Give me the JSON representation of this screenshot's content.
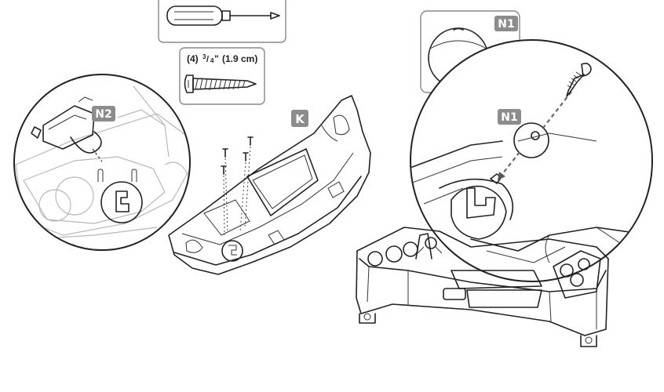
{
  "labels": {
    "screw_spec": "(4) 3/4\" (1.9 cm)",
    "screw_spec_count": "(4)",
    "screw_spec_frac_num": "3",
    "screw_spec_frac_den": "4",
    "screw_spec_metric": "(1.9 cm)",
    "step_k": "K",
    "callout_n2": "N2",
    "callout_n1_parts": "N1",
    "callout_n1_detail": "N1"
  },
  "colors": {
    "badge": "#8c8c8c",
    "line": "#222222",
    "panel_border": "#888888"
  },
  "icons": {
    "screwdriver": "phillips-screwdriver-icon",
    "screw": "wood-screw-icon",
    "knob": "ball-knob-icon"
  }
}
